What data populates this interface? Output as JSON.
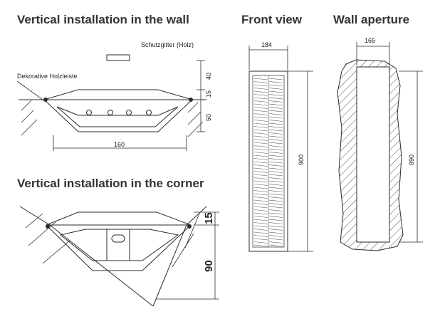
{
  "titles": {
    "wall": "Vertical installation in the wall",
    "corner": "Vertical installation in the corner",
    "front": "Front view",
    "aperture": "Wall aperture"
  },
  "labels": {
    "grille": "Schutzgitter (Holz)",
    "trim": "Dekorative Holzleiste"
  },
  "dimensions": {
    "wall_top": "40",
    "wall_mid": "15",
    "wall_depth": "50",
    "wall_width": "160",
    "corner_top": "15",
    "corner_depth": "90",
    "front_width": "184",
    "front_height": "900",
    "aperture_width": "165",
    "aperture_height": "890"
  },
  "colors": {
    "line": "#2b2b2b",
    "title": "#333333"
  }
}
